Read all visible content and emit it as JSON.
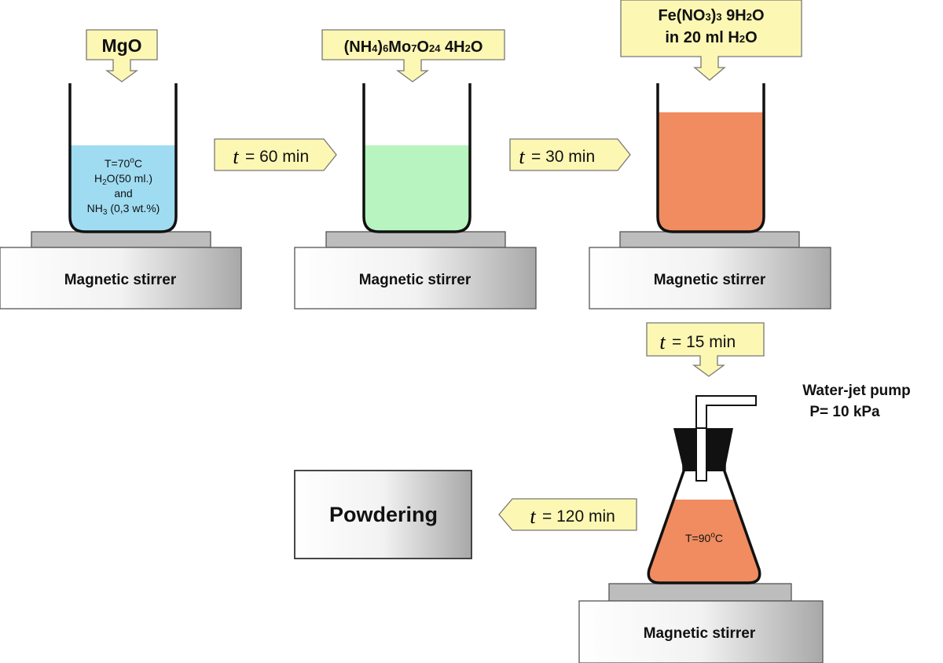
{
  "reagents": {
    "mgo": "MgO",
    "ammonium_molybdate": {
      "paren_open": "(NH",
      "sub1": "4",
      "paren_close": ")",
      "sub2": "6",
      "mo": "Mo",
      "sub3": "7",
      "o": "O",
      "sub4": "24",
      "hydrate": " 4H",
      "sub5": "2",
      "water_o": "O"
    },
    "iron_nitrate": {
      "line1_pre": "Fe(NO",
      "line1_sub": "3",
      "line1_post": ")",
      "line1_sub2": "3",
      "line1_hyd": " 9H",
      "line1_sub3": "2",
      "line1_o": "O",
      "line2_pre": "in 20 ml H",
      "line2_sub": "2",
      "line2_post": "O"
    }
  },
  "beaker1": {
    "temp_pre": "T=70",
    "temp_deg": "o",
    "temp_unit": "C",
    "water_pre": "H",
    "water_sub": "2",
    "water_post": "O(50 ml.)",
    "and": "and",
    "nh_pre": "NH",
    "nh_sub": "3",
    "nh_post": " (0,3 wt.%)"
  },
  "steps": [
    {
      "t": "t",
      "text": " = 60 min"
    },
    {
      "t": "t",
      "text": " = 30 min"
    },
    {
      "t": "t",
      "text": " = 15 min"
    },
    {
      "t": "t",
      "text": " = 120 min"
    }
  ],
  "stirrers": [
    "Magnetic stirrer",
    "Magnetic stirrer",
    "Magnetic stirrer",
    "Magnetic stirrer"
  ],
  "pump": {
    "line1": "Water-jet pump",
    "line2": "P= 10 kPa"
  },
  "flask": {
    "temp_pre": "T=90",
    "temp_deg": "o",
    "temp_unit": "C"
  },
  "powdering": "Powdering",
  "colors": {
    "callout_fill": "#fdf7b4",
    "blue_liquid": "#9fdcf2",
    "green_liquid": "#b7f4c0",
    "orange_liquid": "#f08c60",
    "plate": "#bdbdbd",
    "base": "#dedede"
  }
}
